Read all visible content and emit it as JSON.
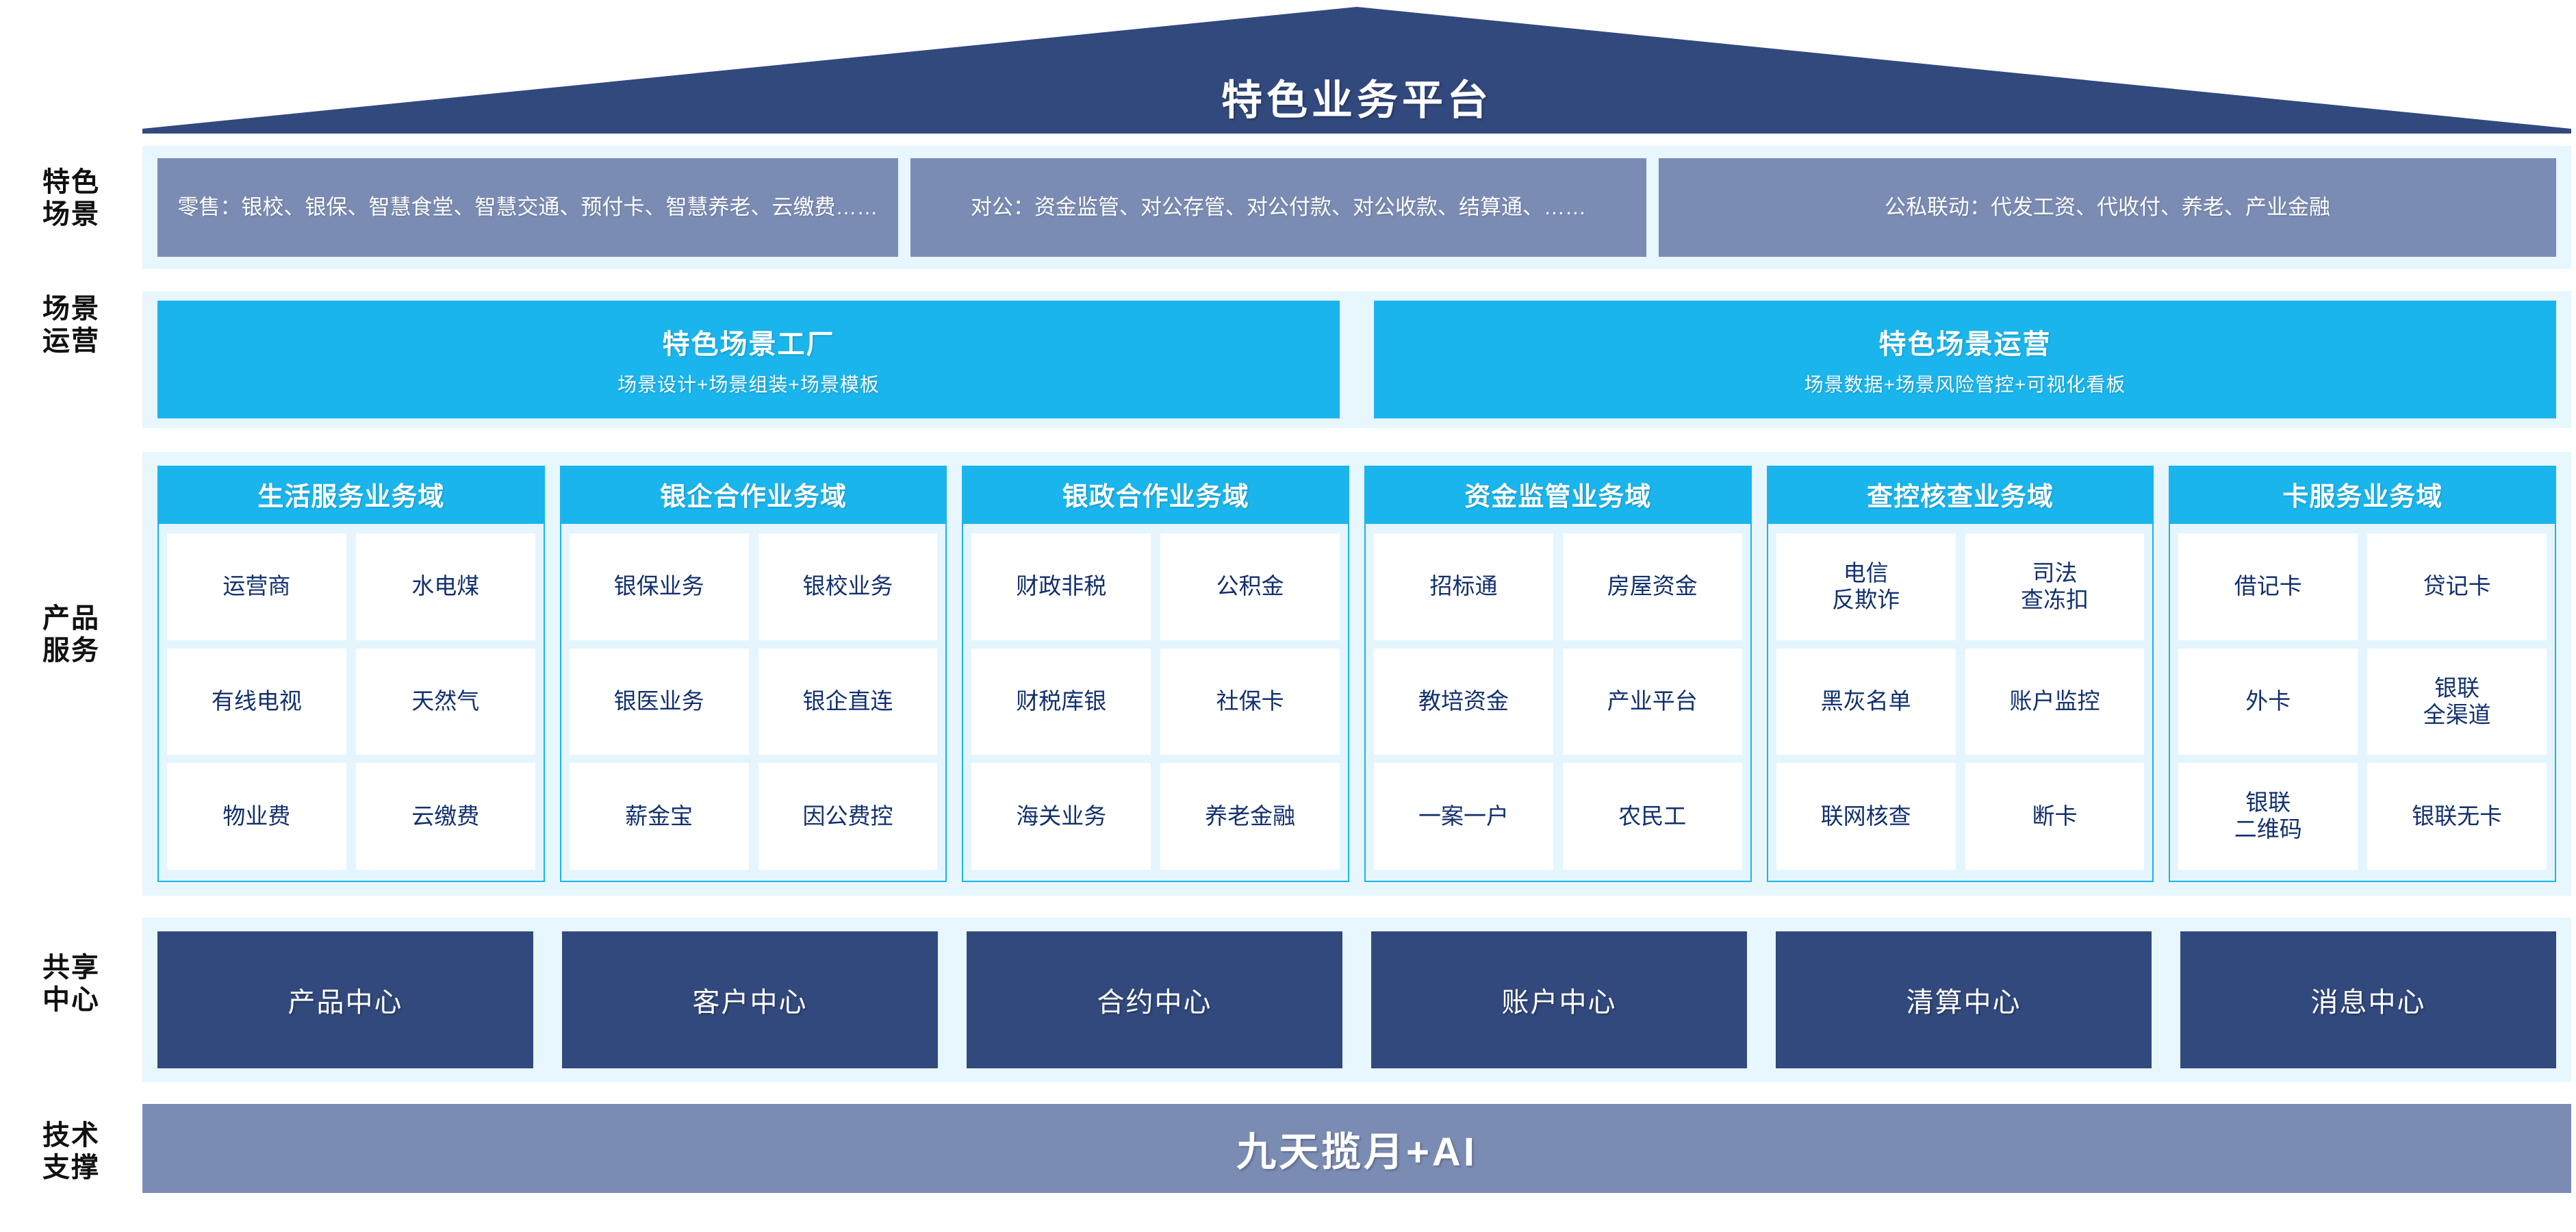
{
  "header": {
    "title": "特色业务平台",
    "roof_color": "#32497e"
  },
  "row_labels": {
    "scenes": "特色\n场景",
    "operations": "场景\n运营",
    "products": "产品\n服务",
    "centers": "共享\n中心",
    "tech": "技术\n支撑"
  },
  "scenes": {
    "band_color": "#e8f6fd",
    "box_color": "#7b8cb4",
    "items": [
      {
        "name": "retail",
        "text": "零售：银校、银保、智慧食堂、智慧交通、预付卡、智慧养老、云缴费……"
      },
      {
        "name": "corporate",
        "text": "对公：资金监管、对公存管、对公付款、对公收款、结算通、……"
      },
      {
        "name": "public-private-linkage",
        "text": "公私联动：代发工资、代收付、养老、产业金融"
      }
    ]
  },
  "operations": {
    "accent_color": "#19b5ec",
    "items": [
      {
        "name": "scene-factory",
        "title": "特色场景工厂",
        "subtitle": "场景设计+场景组装+场景模板"
      },
      {
        "name": "scene-operation",
        "title": "特色场景运营",
        "subtitle": "场景数据+场景风险管控+可视化看板"
      }
    ]
  },
  "products": {
    "header_color": "#19b5ec",
    "body_color": "#e5f5fd",
    "item_text_color": "#12306e",
    "columns": [
      {
        "name": "life-service",
        "title": "生活服务业务域",
        "rows": [
          [
            "运营商",
            "水电煤"
          ],
          [
            "有线电视",
            "天然气"
          ],
          [
            "物业费",
            "云缴费"
          ]
        ]
      },
      {
        "name": "bank-enterprise",
        "title": "银企合作业务域",
        "rows": [
          [
            "银保业务",
            "银校业务"
          ],
          [
            "银医业务",
            "银企直连"
          ],
          [
            "薪金宝",
            "因公费控"
          ]
        ]
      },
      {
        "name": "bank-government",
        "title": "银政合作业务域",
        "rows": [
          [
            "财政非税",
            "公积金"
          ],
          [
            "财税库银",
            "社保卡"
          ],
          [
            "海关业务",
            "养老金融"
          ]
        ]
      },
      {
        "name": "fund-supervision",
        "title": "资金监管业务域",
        "rows": [
          [
            "招标通",
            "房屋资金"
          ],
          [
            "教培资金",
            "产业平台"
          ],
          [
            "一案一户",
            "农民工"
          ]
        ]
      },
      {
        "name": "investigation-control",
        "title": "查控核查业务域",
        "rows": [
          [
            "电信\n反欺诈",
            "司法\n查冻扣"
          ],
          [
            "黑灰名单",
            "账户监控"
          ],
          [
            "联网核查",
            "断卡"
          ]
        ]
      },
      {
        "name": "card-service",
        "title": "卡服务业务域",
        "rows": [
          [
            "借记卡",
            "贷记卡"
          ],
          [
            "外卡",
            "银联\n全渠道"
          ],
          [
            "银联\n二维码",
            "银联无卡"
          ]
        ]
      }
    ]
  },
  "centers": {
    "box_color": "#32497e",
    "items": [
      "产品中心",
      "客户中心",
      "合约中心",
      "账户中心",
      "清算中心",
      "消息中心"
    ]
  },
  "tech": {
    "band_color": "#7b8cb4",
    "text": "九天揽月+AI"
  }
}
